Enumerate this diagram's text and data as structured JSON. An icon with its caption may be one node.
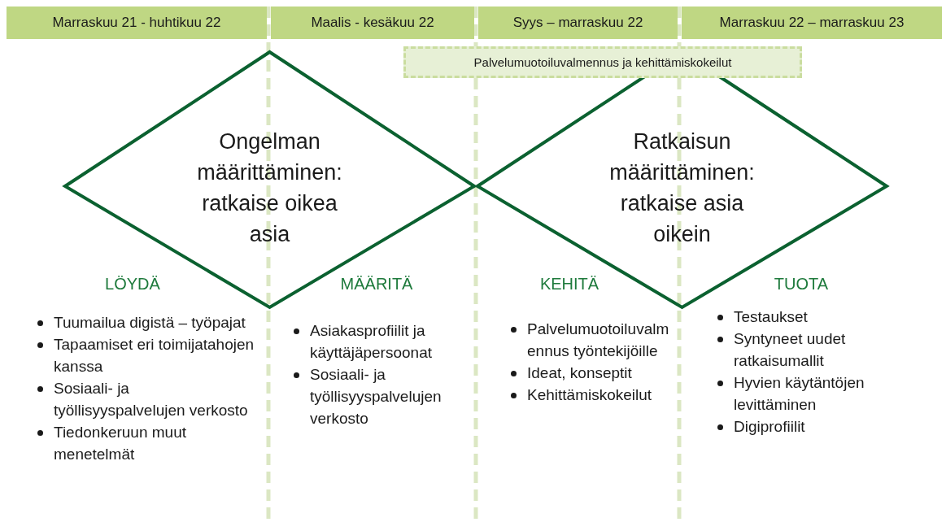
{
  "diagram": {
    "nodes": [
      {
        "text": [
          "Marraskuu 21 - huhtikuu 22"
        ]
      },
      {
        "text": [
          "Maalis - kesäkuu 22"
        ]
      },
      {
        "text": [
          "Syys – marraskuu 22"
        ]
      },
      {
        "text": [
          "Marraskuu 22 – marraskuu 23"
        ]
      },
      {
        "text": [
          "Palvelumuotoiluvalmennus ja kehittämiskokeilut"
        ]
      },
      {
        "text": [
          "Ongelman määrittäminen: ratkaise oikea asia"
        ]
      },
      {
        "text": [
          "Ratkaisun määrittäminen: ratkaise asia oikein"
        ]
      }
    ],
    "labels": [
      "LÖYDÄ",
      "MÄÄRITÄ",
      "KEHITÄ",
      "TUOTA",
      "Tuumailua digistä – työpajat",
      "Tapaamiset eri toimijatahojen kanssa",
      "Sosiaali- ja työllisyyspalvelujen verkosto",
      "Tiedonkeruun muut menetelmät",
      "Asiakasprofiilit ja käyttäjäpersoonat",
      "Sosiaali- ja työllisyyspalvelujen verkosto",
      "Palvelumuotoiluvalmennus työntekijöille",
      "Ideat, konseptit",
      "Kehittämiskokeilut",
      "Testaukset",
      "Syntyneet uudet ratkaisumallit",
      "Hyvien käytäntöjen levittäminen",
      "Digiprofiilit"
    ]
  }
}
